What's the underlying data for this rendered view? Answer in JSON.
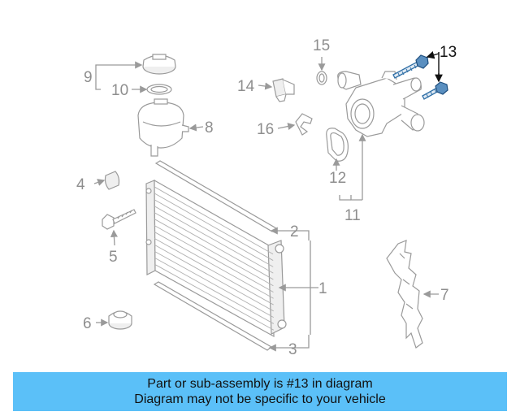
{
  "callouts": {
    "c1": "1",
    "c2": "2",
    "c3": "3",
    "c4": "4",
    "c5": "5",
    "c6": "6",
    "c7": "7",
    "c8": "8",
    "c9": "9",
    "c10": "10",
    "c11": "11",
    "c12": "12",
    "c13": "13",
    "c14": "14",
    "c15": "15",
    "c16": "16"
  },
  "highlighted_part": "13",
  "colors": {
    "banner": "#5bc0f8",
    "highlight_part": "#2f6fa6",
    "line_art": "#9a9a9a",
    "callout_text": "#8e8e8e"
  },
  "banner": {
    "line1": "Part or sub-assembly is #13 in diagram",
    "line2": "Diagram may not be specific to your vehicle"
  }
}
